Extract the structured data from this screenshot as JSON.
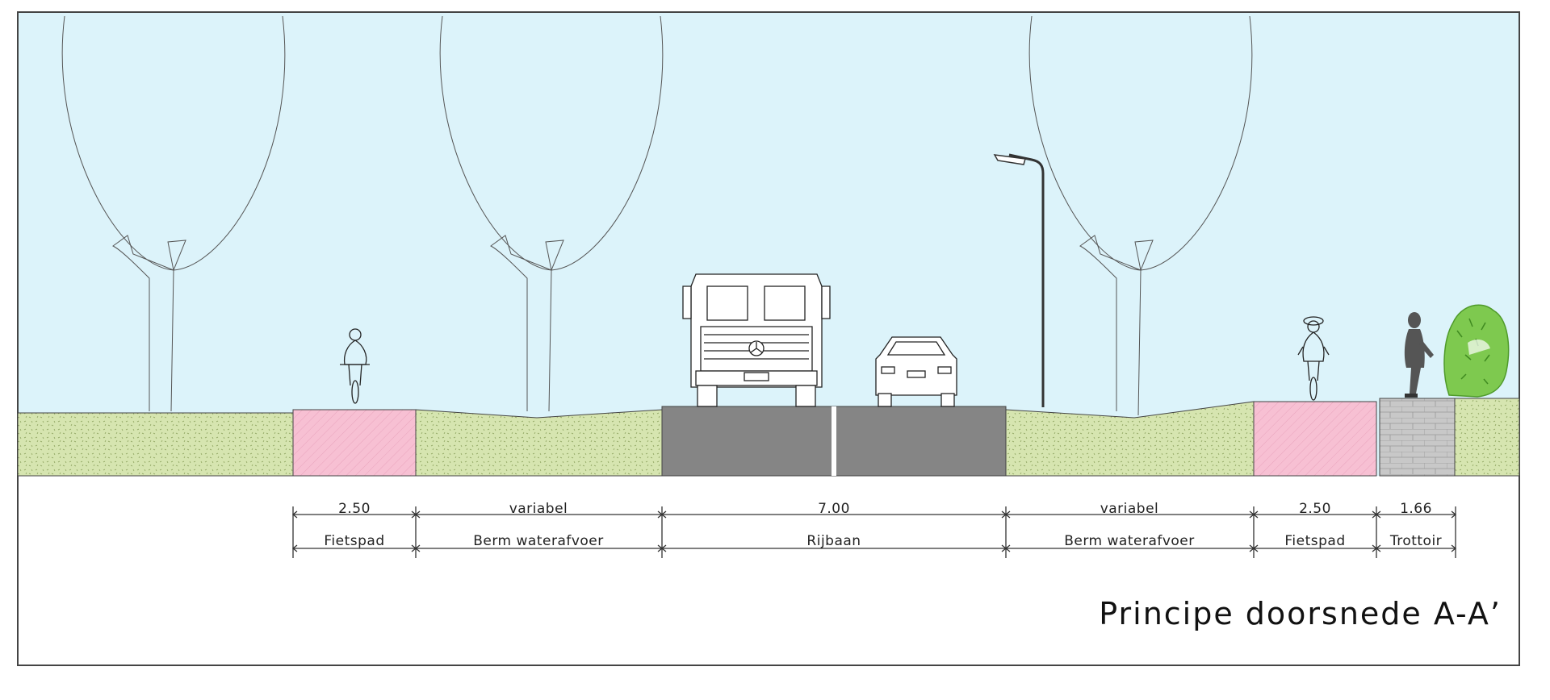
{
  "title": "Principe doorsnede A-A’",
  "segments": [
    {
      "id": "fietspad-left",
      "dimension": "2.50",
      "name": "Fietspad"
    },
    {
      "id": "berm-left",
      "dimension": "variabel",
      "name": "Berm waterafvoer"
    },
    {
      "id": "rijbaan",
      "dimension": "7.00",
      "name": "Rijbaan"
    },
    {
      "id": "berm-right",
      "dimension": "variabel",
      "name": "Berm waterafvoer"
    },
    {
      "id": "fietspad-right",
      "dimension": "2.50",
      "name": "Fietspad"
    },
    {
      "id": "trottoir",
      "dimension": "1.66",
      "name": "Trottoir"
    }
  ],
  "colors": {
    "sky": "#dcf3fa",
    "grass": "#d6e5b0",
    "cycle_path": "#f7c0d3",
    "road": "#858585",
    "pavement": "#c8c8c8",
    "hedge": "#7ec94f",
    "frame": "#444444"
  },
  "icons": [
    "tree-icon",
    "cyclist-icon",
    "truck-icon",
    "car-icon",
    "street-lamp-icon",
    "pedestrian-icon",
    "hedge-icon"
  ]
}
